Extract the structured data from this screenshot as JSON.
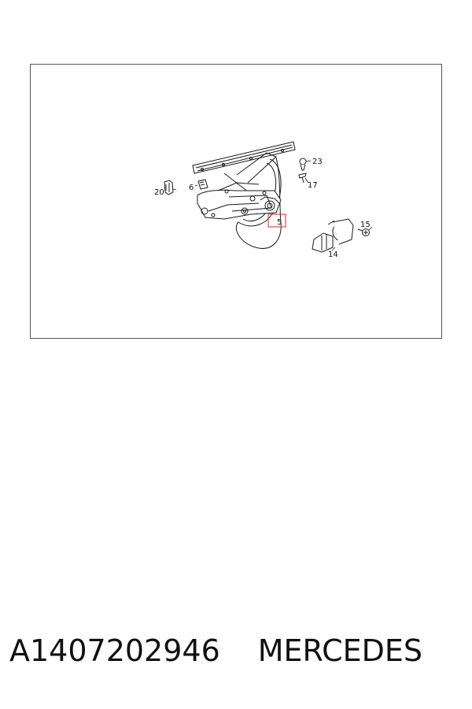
{
  "diagram": {
    "callouts": {
      "c23": "23",
      "c17": "17",
      "c20": "20",
      "c6": "6",
      "c5": "5",
      "c15": "15",
      "c14": "14"
    },
    "highlight_color": "#e8444f",
    "line_color": "#1a1a1a"
  },
  "caption": {
    "part_number": "A1407202946",
    "brand": "MERCEDES"
  }
}
